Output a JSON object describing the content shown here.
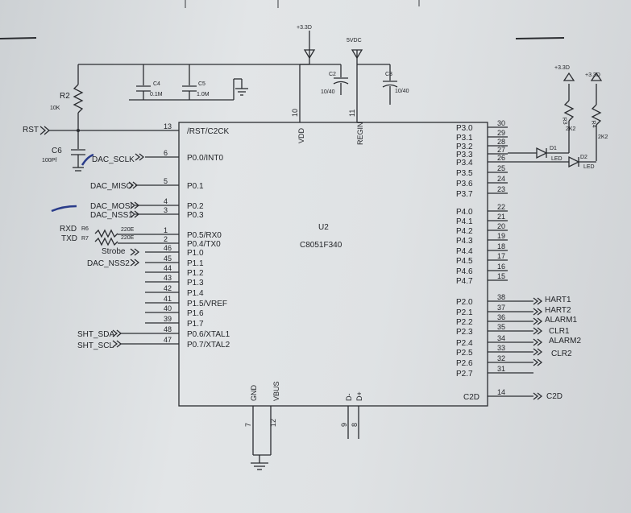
{
  "chip": {
    "ref": "U2",
    "part": "C8051F340"
  },
  "left_pins": [
    {
      "name": "/RST/C2CK",
      "num": "13"
    },
    {
      "name": "P0.0/INT0",
      "num": "6"
    },
    {
      "name": "P0.1",
      "num": "5"
    },
    {
      "name": "P0.2",
      "num": "4"
    },
    {
      "name": "P0.3",
      "num": "3"
    },
    {
      "name": "P0.5/RX0",
      "num": "1"
    },
    {
      "name": "P0.4/TX0",
      "num": "2"
    },
    {
      "name": "P1.0",
      "num": "46"
    },
    {
      "name": "P1.1",
      "num": "45"
    },
    {
      "name": "P1.2",
      "num": "44"
    },
    {
      "name": "P1.3",
      "num": "43"
    },
    {
      "name": "P1.4",
      "num": "42"
    },
    {
      "name": "P1.5/VREF",
      "num": "41"
    },
    {
      "name": "P1.6",
      "num": "40"
    },
    {
      "name": "P1.7",
      "num": "39"
    },
    {
      "name": "P0.6/XTAL1",
      "num": "48"
    },
    {
      "name": "P0.7/XTAL2",
      "num": "47"
    }
  ],
  "right_pins": [
    {
      "name": "P3.0",
      "num": "30"
    },
    {
      "name": "P3.1",
      "num": "29"
    },
    {
      "name": "P3.2",
      "num": "28"
    },
    {
      "name": "P3.3",
      "num": "27"
    },
    {
      "name": "P3.4",
      "num": "26"
    },
    {
      "name": "P3.5",
      "num": "25"
    },
    {
      "name": "P3.6",
      "num": "24"
    },
    {
      "name": "P3.7",
      "num": "23"
    },
    {
      "name": "P4.0",
      "num": "22"
    },
    {
      "name": "P4.1",
      "num": "21"
    },
    {
      "name": "P4.2",
      "num": "20"
    },
    {
      "name": "P4.3",
      "num": "19"
    },
    {
      "name": "P4.4",
      "num": "18"
    },
    {
      "name": "P4.5",
      "num": "17"
    },
    {
      "name": "P4.6",
      "num": "16"
    },
    {
      "name": "P4.7",
      "num": "15"
    },
    {
      "name": "P2.0",
      "num": "38"
    },
    {
      "name": "P2.1",
      "num": "37"
    },
    {
      "name": "P2.2",
      "num": "36"
    },
    {
      "name": "P2.3",
      "num": "35"
    },
    {
      "name": "P2.4",
      "num": "34"
    },
    {
      "name": "P2.5",
      "num": "33"
    },
    {
      "name": "P2.6",
      "num": "32"
    },
    {
      "name": "P2.7",
      "num": "31"
    },
    {
      "name": "C2D",
      "num": "14"
    }
  ],
  "top_pins": [
    {
      "name": "VDD",
      "num": "10"
    },
    {
      "name": "REGIN",
      "num": "11"
    }
  ],
  "bottom_pins": [
    {
      "name": "GND",
      "num": "7"
    },
    {
      "name": "VBUS",
      "num": "12"
    },
    {
      "name": "D-",
      "num": "9"
    },
    {
      "name": "D+",
      "num": "8"
    }
  ],
  "nets": {
    "rst": "RST",
    "dac_sclk": "DAC_SCLK",
    "dac_miso": "DAC_MISO",
    "dac_mosi": "DAC_MOSI",
    "dac_nss1": "DAC_NSS1",
    "rxd": "RXD",
    "txd": "TXD",
    "strobe": "Strobe",
    "dac_nss2": "DAC_NSS2",
    "sht_sda": "SHT_SDA",
    "sht_scl": "SHT_SCL",
    "hart1": "HART1",
    "hart2": "HART2",
    "alarm1": "ALARM1",
    "clr1": "CLR1",
    "alarm2": "ALARM2",
    "clr2": "CLR2",
    "c2d": "C2D",
    "v33_a": "+3.3D",
    "v5": "5VDC",
    "v33_b": "+3.3D",
    "v33_c": "+3.3D"
  },
  "components": {
    "r2": {
      "ref": "R2",
      "value": "10K"
    },
    "c6": {
      "ref": "C6",
      "value": "100Pf"
    },
    "c4": {
      "ref": "C4",
      "value": "0.1M"
    },
    "c5": {
      "ref": "C5",
      "value": "1.0M"
    },
    "c2": {
      "ref": "C2",
      "value": "10/40"
    },
    "c3": {
      "ref": "C3",
      "value": "10/40"
    },
    "r6": {
      "ref": "R6",
      "value": "220E"
    },
    "r7": {
      "ref": "R7",
      "value": "220E"
    },
    "r3": {
      "ref": "R3",
      "value": "2K2"
    },
    "r4": {
      "ref": "R4",
      "value": "2K2"
    },
    "d1": {
      "ref": "D1",
      "value": "LED"
    },
    "d2": {
      "ref": "D2",
      "value": "LED"
    }
  }
}
